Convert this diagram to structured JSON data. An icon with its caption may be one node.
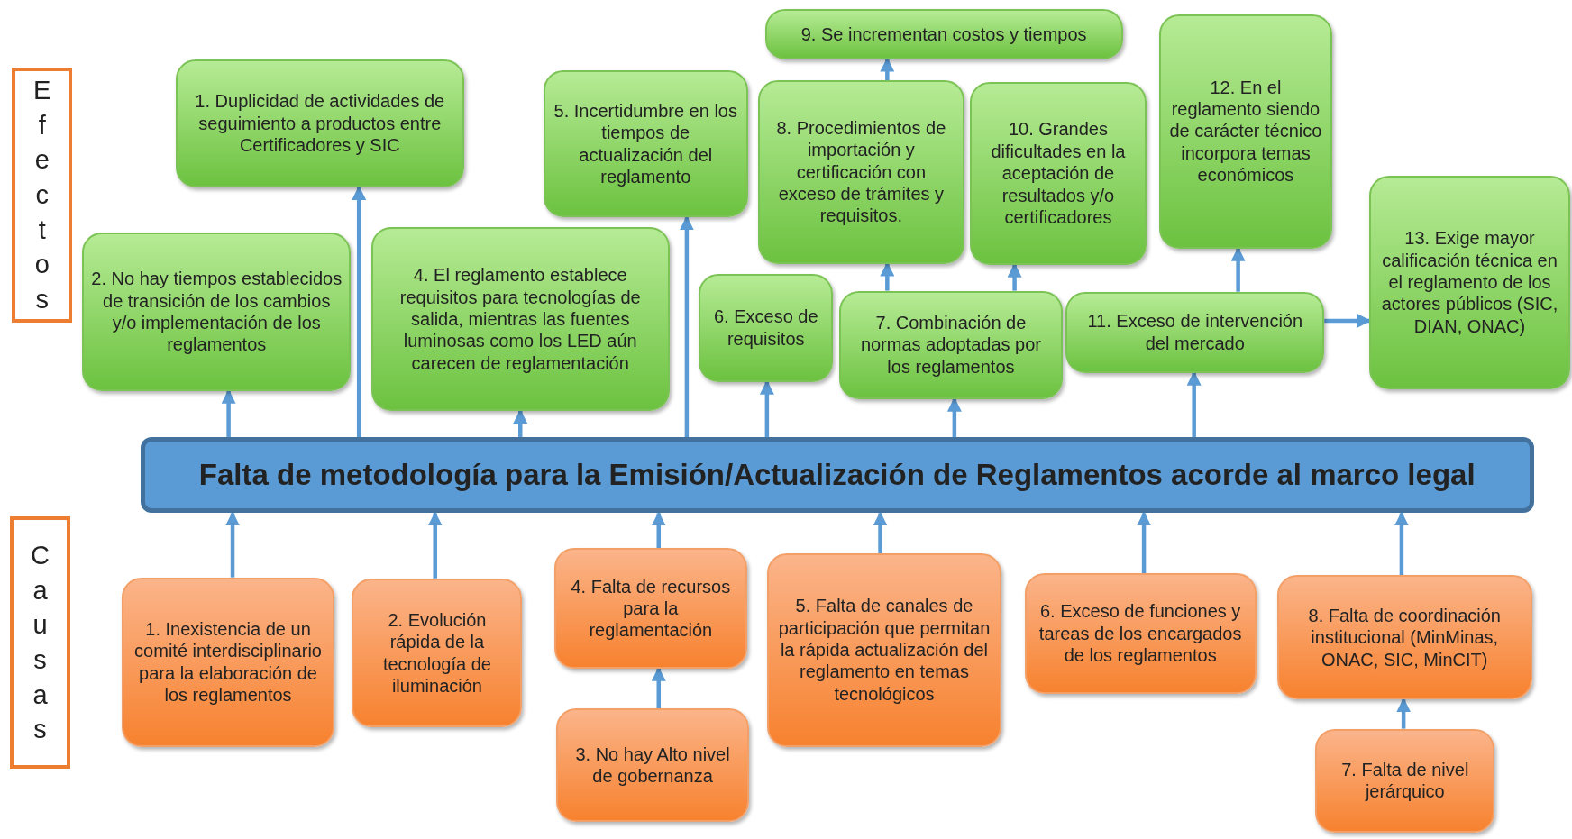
{
  "diagram": {
    "nodes": [
      {
        "text": [
          "Efectos"
        ]
      },
      {
        "text": [
          "9. Se incrementan costos y tiempos"
        ]
      },
      {
        "text": [
          "12. En el reglamento siendo de carácter técnico incorpora temas económicos"
        ]
      },
      {
        "text": [
          "1. Duplicidad de actividades de seguimiento a productos entre Certificadores y SIC"
        ]
      },
      {
        "text": [
          "5. Incertidumbre en los tiempos de actualización del reglamento"
        ]
      },
      {
        "text": [
          "8. Procedimientos de importación y certificación con exceso de trámites y requisitos."
        ]
      },
      {
        "text": [
          "10. Grandes dificultades en la aceptación de resultados y/o certificadores"
        ]
      },
      {
        "text": [
          "13. Exige mayor calificación técnica en el reglamento de los actores públicos (SIC, DIAN, ONAC)"
        ]
      },
      {
        "text": [
          "2. No hay tiempos establecidos de transición de los cambios y/o implementación de los reglamentos"
        ]
      },
      {
        "text": [
          "4. El reglamento establece requisitos para tecnologías de salida, mientras las fuentes luminosas como los LED aún carecen de reglamentación"
        ]
      },
      {
        "text": [
          "6. Exceso de requisitos"
        ]
      },
      {
        "text": [
          "7. Combinación de normas adoptadas por los reglamentos"
        ]
      },
      {
        "text": [
          "11. Exceso de intervención del mercado"
        ]
      },
      {
        "text": [
          "Falta de metodología para la Emisión/Actualización de Reglamentos acorde al marco legal"
        ]
      },
      {
        "text": [
          "Causas"
        ]
      },
      {
        "text": [
          "4. Falta de recursos para la reglamentación"
        ]
      },
      {
        "text": [
          "5. Falta de canales de participación que permitan la rápida actualización del reglamento en temas tecnológicos"
        ]
      },
      {
        "text": [
          "6. Exceso de funciones y tareas de los encargados de los reglamentos"
        ]
      },
      {
        "text": [
          "8. Falta de coordinación institucional (MinMinas, ONAC, SIC, MinCIT)"
        ]
      },
      {
        "text": [
          "1. Inexistencia de un comité interdisciplinario para la elaboración de los reglamentos"
        ]
      },
      {
        "text": [
          "2. Evolución rápida de la tecnología de iluminación"
        ]
      },
      {
        "text": [
          "3. No hay Alto nivel de gobernanza"
        ]
      },
      {
        "text": [
          "7. Falta de nivel jerárquico"
        ]
      }
    ],
    "edges": [
      {
        "from": 13,
        "to": 8,
        "arrow": "to"
      },
      {
        "from": 13,
        "to": 3,
        "arrow": "to"
      },
      {
        "from": 13,
        "to": 9,
        "arrow": "to"
      },
      {
        "from": 13,
        "to": 4,
        "arrow": "to"
      },
      {
        "from": 13,
        "to": 10,
        "arrow": "to"
      },
      {
        "from": 13,
        "to": 11,
        "arrow": "to"
      },
      {
        "from": 13,
        "to": 12,
        "arrow": "to"
      },
      {
        "from": 11,
        "to": 5,
        "arrow": "to"
      },
      {
        "from": 11,
        "to": 6,
        "arrow": "to"
      },
      {
        "from": 5,
        "to": 1,
        "arrow": "to"
      },
      {
        "from": 12,
        "to": 2,
        "arrow": "to"
      },
      {
        "from": 12,
        "to": 7,
        "arrow": "to"
      },
      {
        "from": 19,
        "to": 13,
        "arrow": "to"
      },
      {
        "from": 20,
        "to": 13,
        "arrow": "to"
      },
      {
        "from": 15,
        "to": 13,
        "arrow": "to"
      },
      {
        "from": 21,
        "to": 15,
        "arrow": "to"
      },
      {
        "from": 16,
        "to": 13,
        "arrow": "to"
      },
      {
        "from": 17,
        "to": 13,
        "arrow": "to"
      },
      {
        "from": 18,
        "to": 13,
        "arrow": "to"
      },
      {
        "from": 22,
        "to": 18,
        "arrow": "to"
      }
    ]
  }
}
